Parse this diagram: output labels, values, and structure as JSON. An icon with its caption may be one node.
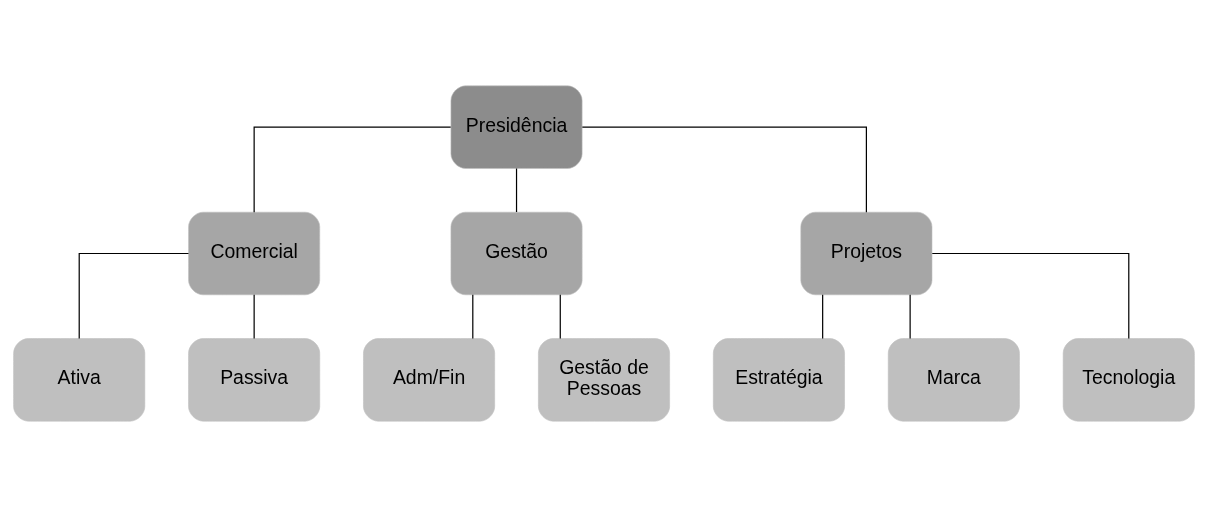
{
  "diagram": {
    "nodes": [
      {
        "text": [
          "Presidência"
        ]
      },
      {
        "text": [
          "Comercial"
        ]
      },
      {
        "text": [
          "Gestão"
        ]
      },
      {
        "text": [
          "Projetos"
        ]
      },
      {
        "text": [
          "Ativa"
        ]
      },
      {
        "text": [
          "Passiva"
        ]
      },
      {
        "text": [
          "Adm/Fin"
        ]
      },
      {
        "text": [
          "Gestão de Pessoas"
        ]
      },
      {
        "text": [
          "Estratégia"
        ]
      },
      {
        "text": [
          "Marca"
        ]
      },
      {
        "text": [
          "Tecnologia"
        ]
      }
    ],
    "edges": [
      {
        "from": 0,
        "to": 1,
        "arrow": "none"
      },
      {
        "from": 0,
        "to": 2,
        "arrow": "none"
      },
      {
        "from": 0,
        "to": 3,
        "arrow": "none"
      },
      {
        "from": 1,
        "to": 4,
        "arrow": "none"
      },
      {
        "from": 1,
        "to": 5,
        "arrow": "none"
      },
      {
        "from": 2,
        "to": 6,
        "arrow": "none"
      },
      {
        "from": 2,
        "to": 7,
        "arrow": "none"
      },
      {
        "from": 3,
        "to": 8,
        "arrow": "none"
      },
      {
        "from": 3,
        "to": 9,
        "arrow": "none"
      },
      {
        "from": 3,
        "to": 10,
        "arrow": "none"
      }
    ]
  }
}
